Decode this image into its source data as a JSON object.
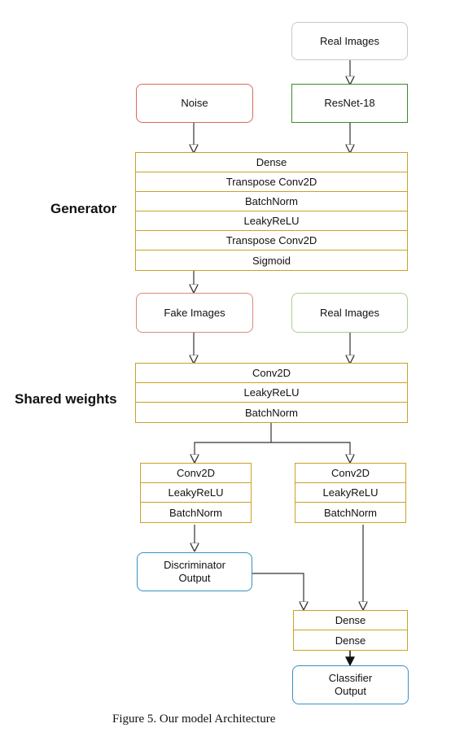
{
  "inputs": {
    "real_images_top": "Real Images",
    "noise": "Noise",
    "resnet": "ResNet-18",
    "fake_images": "Fake Images",
    "real_images_mid": "Real Images"
  },
  "generator": {
    "label": "Generator",
    "layers": [
      "Dense",
      "Transpose Conv2D",
      "BatchNorm",
      "LeakyReLU",
      "Transpose Conv2D",
      "Sigmoid"
    ]
  },
  "shared": {
    "label": "Shared weights",
    "layers": [
      "Conv2D",
      "LeakyReLU",
      "BatchNorm"
    ]
  },
  "branch_left": {
    "layers": [
      "Conv2D",
      "LeakyReLU",
      "BatchNorm"
    ]
  },
  "branch_right": {
    "layers": [
      "Conv2D",
      "LeakyReLU",
      "BatchNorm"
    ]
  },
  "outputs": {
    "discriminator_line1": "Discriminator",
    "discriminator_line2": "Output",
    "classifier_line1": "Classifier",
    "classifier_line2": "Output"
  },
  "classifier_head": {
    "layers": [
      "Dense",
      "Dense"
    ]
  },
  "caption": "Figure 5. Our model Architecture",
  "colors": {
    "noise_border": "#d9695a",
    "fake_border": "#d98a7a",
    "resnet_border": "#3a8a2a",
    "real_mid_border": "#a8d08d",
    "real_top_border": "#c8c8c8",
    "output_border": "#3b8fc4",
    "layer_border": "#c9a227"
  }
}
